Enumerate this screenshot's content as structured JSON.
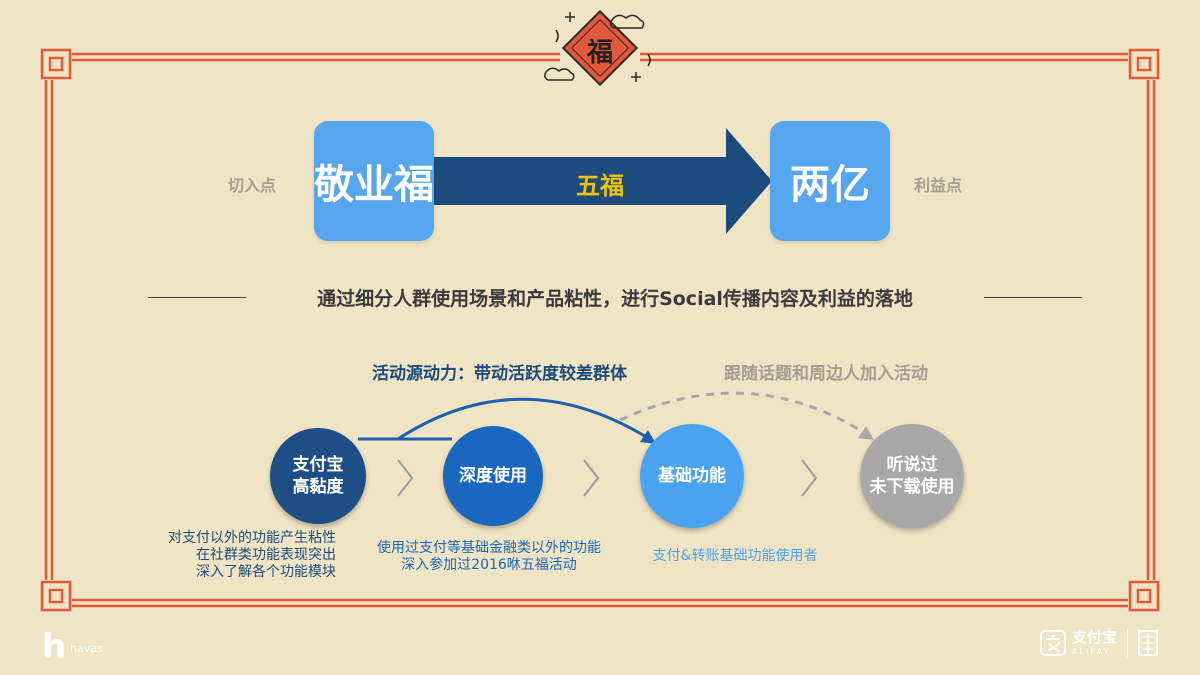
{
  "top_row": {
    "left_label": "切入点",
    "left_box": "敬业福",
    "arrow_label": "五福",
    "right_box": "两亿",
    "right_label": "利益点"
  },
  "headline": "通过细分人群使用场景和产品粘性，进行Social传播内容及利益的落地",
  "flow": {
    "driver_label": "活动源动力：带动活跃度较差群体",
    "follow_label": "跟随话题和周边人加入活动",
    "nodes": [
      {
        "line1": "支付宝",
        "line2": "高黏度"
      },
      {
        "line1": "深度使用",
        "line2": ""
      },
      {
        "line1": "基础功能",
        "line2": ""
      },
      {
        "line1": "听说过",
        "line2": "未下载使用"
      }
    ],
    "notes": {
      "node1": [
        "对支付以外的功能产生粘性",
        "在社群类功能表现突出",
        "深入了解各个功能模块"
      ],
      "node2": [
        "使用过支付等基础金融类以外的功能",
        "深入参加过2016咻五福活动"
      ],
      "node3": [
        "支付&转账基础功能使用者"
      ]
    }
  },
  "fu_badge": "福",
  "branding": {
    "havas_mark": "h",
    "havas_text": "havas",
    "alipay_cn": "支付宝",
    "alipay_en": "ALIPAY"
  },
  "colors": {
    "background": "#efe4c4",
    "frame": "#e2583a",
    "box_blue": "#55a6ee",
    "arrow_navy": "#1d4b7d",
    "arrow_text": "#f3c200",
    "node1": "#1f4e86",
    "node2": "#1a67bf",
    "node3": "#4aa3f0",
    "node4": "#a8a8a8"
  }
}
